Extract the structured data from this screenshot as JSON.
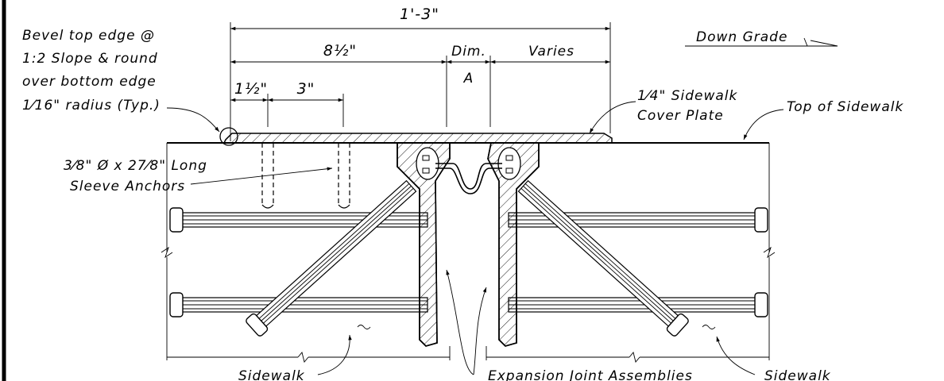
{
  "dimensions": {
    "overall": "1'-3\"",
    "part_a": "8½\"",
    "dim_a_top": "Dim.",
    "dim_a_bottom": "A",
    "varies": "Varies",
    "spacing_1": "1½\"",
    "spacing_2": "3\""
  },
  "notes": {
    "bevel_lines": [
      "Bevel top edge @",
      "1:2 Slope & round",
      "over bottom edge",
      "1⁄16\" radius (Typ.)"
    ],
    "anchors_lines": [
      "3⁄8\" Ø x 27⁄8\" Long",
      "Sleeve Anchors"
    ],
    "cover_plate_lines": [
      "1⁄4\" Sidewalk",
      "Cover Plate"
    ],
    "top_of_sidewalk": "Top of Sidewalk",
    "down_grade": "Down Grade",
    "sidewalk_left": "Sidewalk",
    "sidewalk_right": "Sidewalk",
    "expansion_joint": "Expansion Joint Assemblies"
  }
}
